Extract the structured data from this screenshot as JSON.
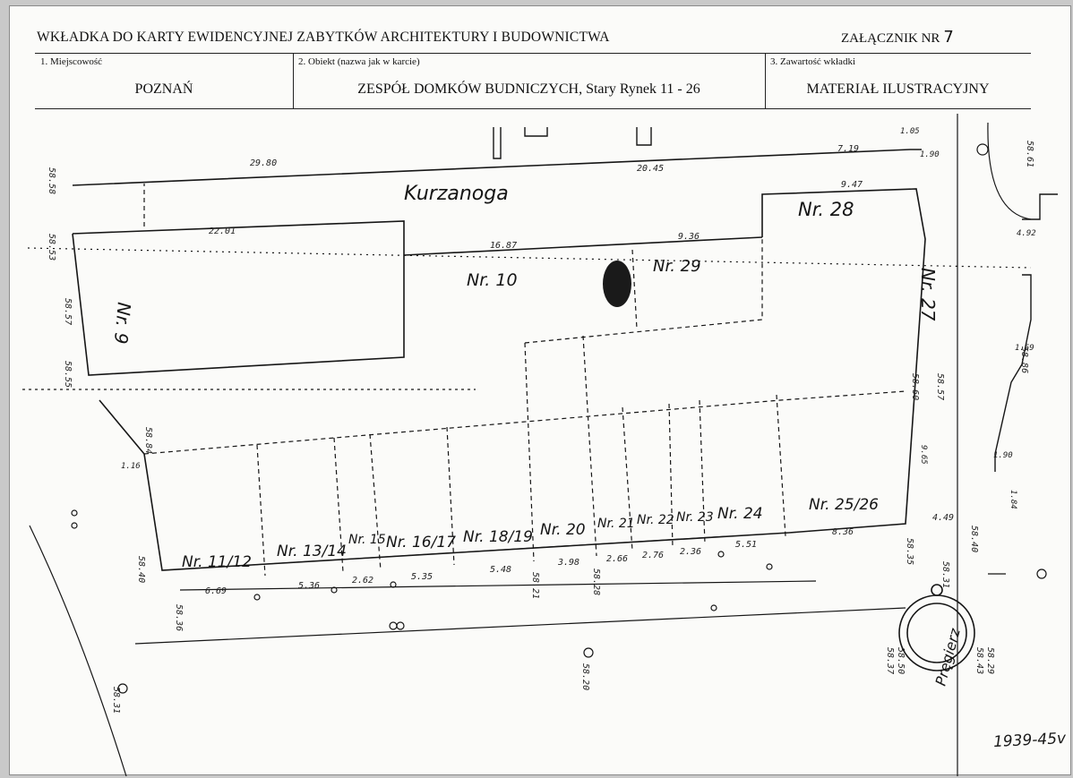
{
  "header": {
    "title": "WKŁADKA DO KARTY EWIDENCYJNEJ ZABYTKÓW ARCHITEKTURY I BUDOWNICTWA",
    "annex_label": "ZAŁĄCZNIK NR",
    "annex_number": "7"
  },
  "fields": [
    {
      "label": "1. Miejscowość",
      "value": "POZNAŃ"
    },
    {
      "label": "2. Obiekt  (nazwa jak w karcie)",
      "value": "ZESPÓŁ DOMKÓW BUDNICZYCH, Stary Rynek 11 - 26"
    },
    {
      "label": "3. Zawartość wkładki",
      "value": "MATERIAŁ ILUSTRACYJNY"
    }
  ],
  "map": {
    "street_name": "Kurzanoga",
    "well_name": "Pręgierz",
    "lots": [
      "Nr. 9",
      "Nr. 10",
      "Nr. 28",
      "Nr. 29",
      "Nr. 27",
      "Nr. 11/12",
      "Nr. 13/14",
      "Nr. 15",
      "Nr. 16/17",
      "Nr. 18/19",
      "Nr. 20",
      "Nr. 21",
      "Nr. 22",
      "Nr. 23",
      "Nr. 24",
      "Nr. 25/26"
    ],
    "measurements": [
      "29.80",
      "20.45",
      "7.19",
      "9.47",
      "22.01",
      "16.87",
      "9.36",
      "6.69",
      "5.36",
      "2.62",
      "5.35",
      "5.48",
      "3.98",
      "2.66",
      "2.76",
      "2.36",
      "5.51",
      "8.36",
      "4.49",
      "1.90",
      "1.59",
      "4.92",
      "1.16",
      "1.05",
      "9.65",
      "1.90",
      "1.84"
    ],
    "elevations": [
      "58.58",
      "58.53",
      "58.57",
      "58.55",
      "58.40",
      "58.36",
      "58.31",
      "58.20",
      "58.28",
      "58.21",
      "58.35",
      "58.31",
      "58.40",
      "58.29",
      "58.43",
      "58.50",
      "58.37",
      "58.61",
      "58.86",
      "58.84",
      "58.57",
      "58.60"
    ]
  },
  "signature": "1939-45v"
}
